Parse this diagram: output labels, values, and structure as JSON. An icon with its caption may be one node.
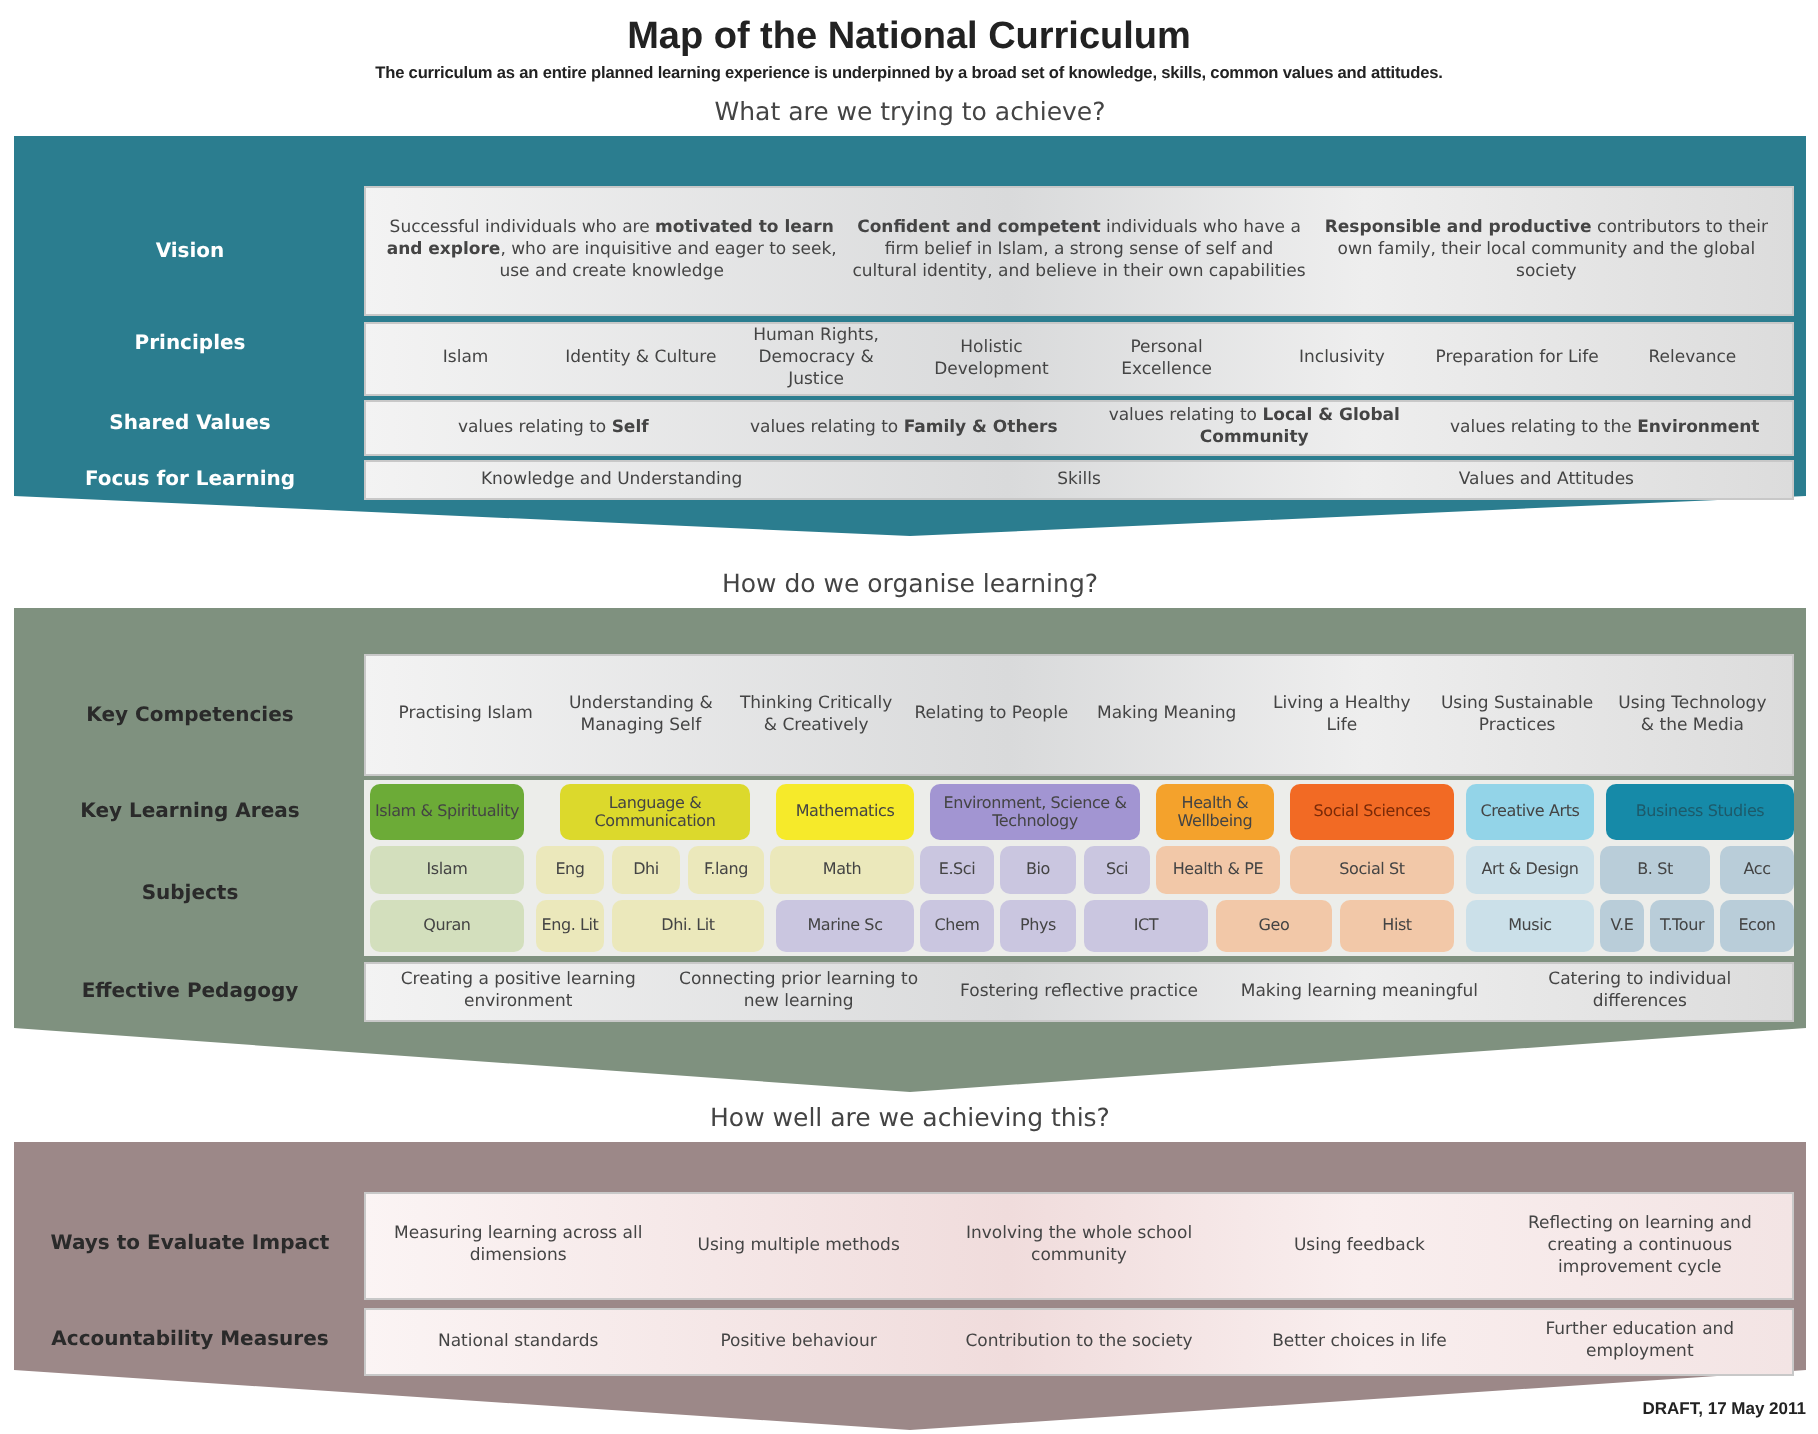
{
  "diagram": {
    "title": "Map of the National Curriculum",
    "caption": "The curriculum as an entire planned learning experience is underpinned by a broad set of knowledge, skills, common values and attitudes.",
    "nodes": [
      {
        "text": [
          "What are we trying to achieve?",
          "Vision",
          "Principles",
          "Shared Values",
          "Focus for Learning"
        ]
      },
      {
        "text": [
          "Successful individuals who are **motivated to learn and explore**, who are inquisitive and eager to seek, use and create knowledge",
          "**Confident and competent** individuals who have a firm belief in Islam, a strong sense of self and cultural identity, and believe in their own capabilities",
          "**Responsible and productive** contributors to their own family, their local community and the global society"
        ],
        "in": 0
      },
      {
        "text": [
          "Islam",
          "Identity & Culture",
          "Human Rights, Democracy & Justice",
          "Holistic Development",
          "Personal Excellence",
          "Inclusivity",
          "Preparation for Life",
          "Relevance"
        ],
        "in": 0
      },
      {
        "text": [
          "values relating to **Self**",
          "values relating to **Family & Others**",
          "values relating to **Local & Global Community**",
          "values relating to the **Environment**"
        ],
        "in": 0
      },
      {
        "text": [
          "Knowledge and Understanding",
          "Skills",
          "Values and Attitudes"
        ],
        "in": 0
      },
      {
        "text": [
          "How do we organise learning?",
          "Key Competencies",
          "Key Learning Areas",
          "Subjects",
          "Effective Pedagogy"
        ]
      },
      {
        "text": [
          "Practising Islam",
          "Understanding & Managing Self",
          "Thinking Critically & Creatively",
          "Relating to People",
          "Making Meaning",
          "Living a Healthy Life",
          "Using Sustainable Practices",
          "Using Technology & the Media"
        ],
        "in": 5
      },
      {
        "text": [
          "Islam & Spirituality"
        ],
        "in": 5
      },
      {
        "text": [
          "Language & Communication"
        ],
        "in": 5
      },
      {
        "text": [
          "Mathematics"
        ],
        "in": 5
      },
      {
        "text": [
          "Environment, Science & Technology"
        ],
        "in": 5
      },
      {
        "text": [
          "Health & Wellbeing"
        ],
        "in": 5
      },
      {
        "text": [
          "Social Sciences"
        ],
        "in": 5
      },
      {
        "text": [
          "Creative Arts"
        ],
        "in": 5
      },
      {
        "text": [
          "Business Studies"
        ],
        "in": 5
      },
      {
        "text": [
          "Islam"
        ],
        "in": 5
      },
      {
        "text": [
          "Eng"
        ],
        "in": 5
      },
      {
        "text": [
          "Dhi"
        ],
        "in": 5
      },
      {
        "text": [
          "F.lang"
        ],
        "in": 5
      },
      {
        "text": [
          "Math"
        ],
        "in": 5
      },
      {
        "text": [
          "E.Sci"
        ],
        "in": 5
      },
      {
        "text": [
          "Bio"
        ],
        "in": 5
      },
      {
        "text": [
          "Sci"
        ],
        "in": 5
      },
      {
        "text": [
          "Health & PE"
        ],
        "in": 5
      },
      {
        "text": [
          "Social St"
        ],
        "in": 5
      },
      {
        "text": [
          "Art & Design"
        ],
        "in": 5
      },
      {
        "text": [
          "B. St"
        ],
        "in": 5
      },
      {
        "text": [
          "Acc"
        ],
        "in": 5
      },
      {
        "text": [
          "Quran"
        ],
        "in": 5
      },
      {
        "text": [
          "Eng. Lit"
        ],
        "in": 5
      },
      {
        "text": [
          "Dhi. Lit"
        ],
        "in": 5
      },
      {
        "text": [
          "Marine Sc"
        ],
        "in": 5
      },
      {
        "text": [
          "Chem"
        ],
        "in": 5
      },
      {
        "text": [
          "Phys"
        ],
        "in": 5
      },
      {
        "text": [
          "ICT"
        ],
        "in": 5
      },
      {
        "text": [
          "Geo"
        ],
        "in": 5
      },
      {
        "text": [
          "Hist"
        ],
        "in": 5
      },
      {
        "text": [
          "Music"
        ],
        "in": 5
      },
      {
        "text": [
          "V.E"
        ],
        "in": 5
      },
      {
        "text": [
          "T.Tour"
        ],
        "in": 5
      },
      {
        "text": [
          "Econ"
        ],
        "in": 5
      },
      {
        "text": [
          "Creating a positive learning environment",
          "Connecting prior learning to new learning",
          "Fostering reflective practice",
          "Making learning meaningful",
          "Catering to individual differences"
        ],
        "in": 5
      },
      {
        "text": [
          "How well are we achieving this?",
          "Ways to Evaluate Impact",
          "Accountability Measures"
        ]
      },
      {
        "text": [
          "Measuring learning across all dimensions",
          "Using multiple methods",
          "Involving the whole school community",
          "Using feedback",
          "Reflecting on learning and creating a continuous improvement cycle"
        ],
        "in": 42
      },
      {
        "text": [
          "National standards",
          "Positive behaviour",
          "Contribution to the society",
          "Better choices in life",
          "Further education and employment"
        ],
        "in": 42
      }
    ],
    "labels": [
      "DRAFT, 17 May 2011"
    ]
  }
}
